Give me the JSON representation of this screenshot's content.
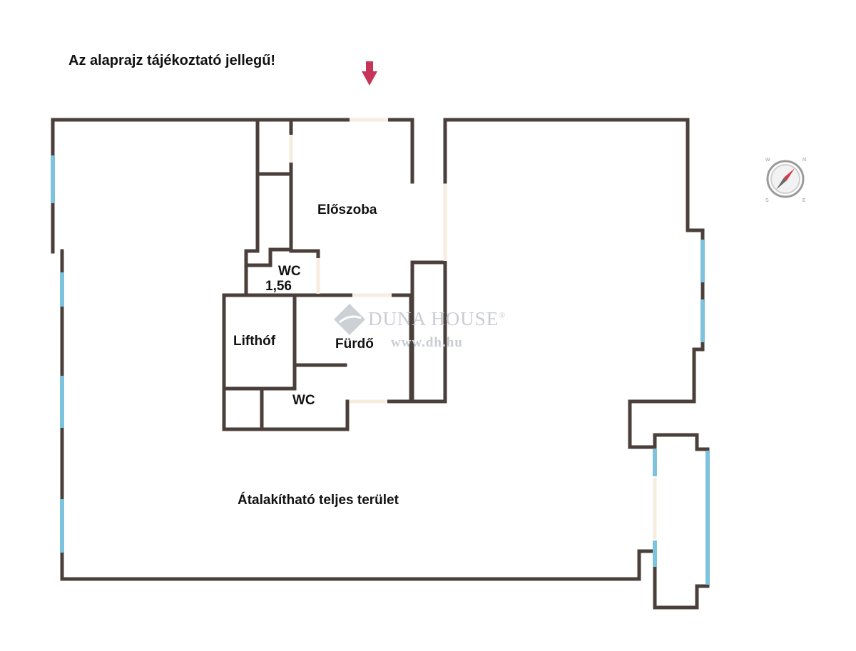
{
  "disclaimer": "Az alaprajz tájékoztató jellegű!",
  "rooms": {
    "eloszoba": "Előszoba",
    "wc_small": "WC",
    "wc_small_area": "1,56",
    "lifthof": "Lifthóf",
    "furdo": "Fürdő",
    "wc_lower": "WC",
    "open_area": "Átalakítható teljes terület"
  },
  "watermark": {
    "brand": "DUNA HOUSE",
    "url": "www.dh.hu"
  },
  "compass": {
    "icon": "compass-icon",
    "letters": [
      "W",
      "N",
      "S",
      "E"
    ]
  },
  "entrance_arrow": {
    "icon": "arrow-down-icon"
  },
  "colors": {
    "wall": "#4a3f3a",
    "window": "#7ec3dd",
    "door": "#f7ece0",
    "arrow": "#c6345a",
    "watermark": "#c9ccd2"
  }
}
